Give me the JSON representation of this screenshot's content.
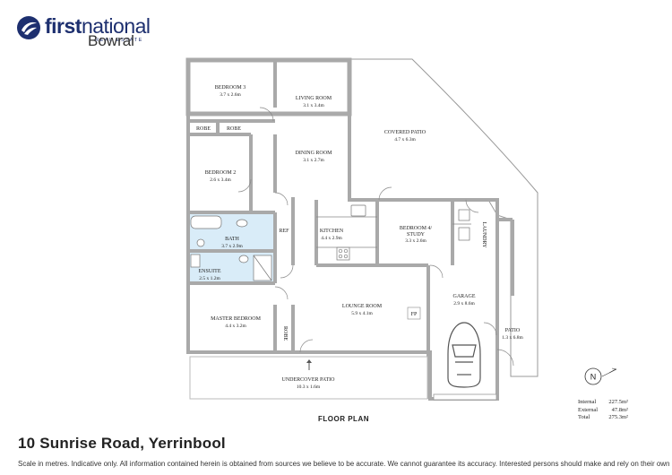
{
  "brand": {
    "name_bold": "first",
    "name_rest": "national",
    "tagline": "REAL ESTATE",
    "office": "Bowral",
    "logo_icon": "globe-swoosh-icon",
    "color": "#1d2f6f"
  },
  "rooms": {
    "bedroom3": {
      "name": "BEDROOM 3",
      "dims": "3.7 x 2.6m"
    },
    "robe1": {
      "name": "ROBE"
    },
    "robe2": {
      "name": "ROBE"
    },
    "bedroom2": {
      "name": "BEDROOM 2",
      "dims": "2.6 x 3.4m"
    },
    "living": {
      "name": "LIVING ROOM",
      "dims": "3.1 x 3.4m"
    },
    "dining": {
      "name": "DINING ROOM",
      "dims": "3.1 x 2.7m"
    },
    "covered_patio": {
      "name": "COVERED PATIO",
      "dims": "4.7 x 6.3m"
    },
    "bath": {
      "name": "BATH",
      "dims": "3.7 x 2.9m"
    },
    "ref": {
      "name": "REF"
    },
    "kitchen": {
      "name": "KITCHEN",
      "dims": "4.4 x 2.9m"
    },
    "bedroom4": {
      "name": "BEDROOM 4/",
      "name2": "STUDY",
      "dims": "3.3 x 2.6m"
    },
    "laundry": {
      "name": "LAUNDRY"
    },
    "ensuite": {
      "name": "ENSUITE",
      "dims": "2.5 x 1.2m"
    },
    "master": {
      "name": "MASTER BEDROOM",
      "dims": "4.4 x 3.2m"
    },
    "robe3": {
      "name": "ROBE"
    },
    "lounge": {
      "name": "LOUNGE ROOM",
      "dims": "5.9 x 4.1m"
    },
    "fp": {
      "name": "FP"
    },
    "garage": {
      "name": "GARAGE",
      "dims": "2.9 x 8.6m"
    },
    "patio": {
      "name": "PATIO",
      "dims": "1.3 x 6.8m"
    },
    "undercover": {
      "name": "UNDERCOVER PATIO",
      "dims": "10.3 x 1.6m"
    }
  },
  "plan_title": "FLOOR PLAN",
  "compass": {
    "label": "N",
    "icon": "north-compass-icon"
  },
  "areas": [
    {
      "label": "Internal",
      "value": "227.5m²"
    },
    {
      "label": "External",
      "value": "47.8m²"
    },
    {
      "label": "Total",
      "value": "275.3m²"
    }
  ],
  "address": "10 Sunrise Road, Yerrinbool",
  "disclaimer": "Scale in metres. Indicative only. All information contained herein is obtained from sources we believe to be accurate. We cannot guarantee its accuracy. Interested persons should make and rely on their own enquiries.",
  "colors": {
    "wet_area": "#d9ecf8",
    "wall": "#aaaaaa",
    "fill": "#ffffff"
  }
}
